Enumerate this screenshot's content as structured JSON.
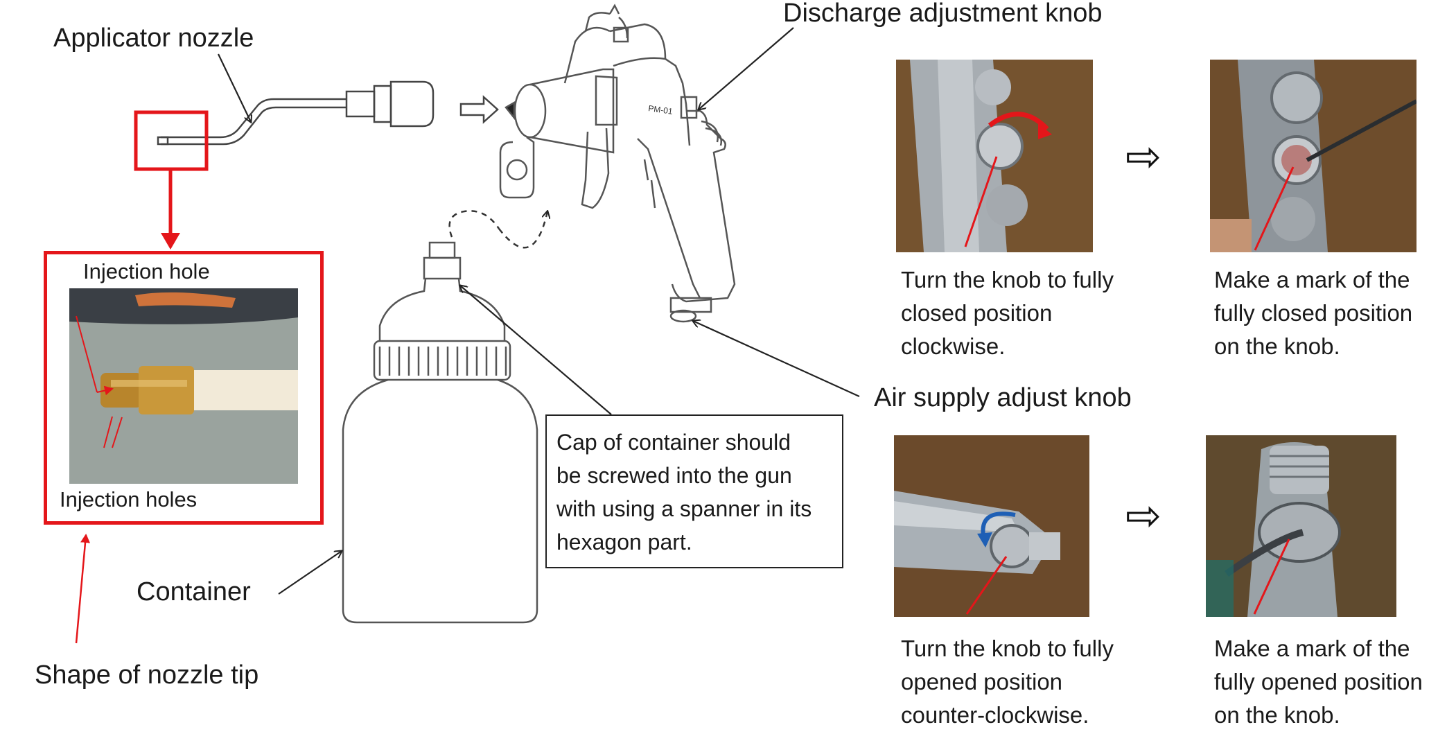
{
  "labels": {
    "applicator_nozzle": "Applicator nozzle",
    "discharge_knob": "Discharge adjustment knob",
    "air_supply_knob": "Air supply adjust knob",
    "container": "Container",
    "shape_of_nozzle_tip": "Shape of nozzle tip",
    "injection_hole": "Injection hole",
    "injection_holes": "Injection holes"
  },
  "cap_note": [
    "Cap of container should",
    "be screwed into the gun",
    "with using a spanner in its",
    "hexagon part."
  ],
  "steps": {
    "discharge_close": [
      "Turn the knob to fully",
      "closed position",
      "clockwise."
    ],
    "discharge_mark": [
      "Make a mark of the",
      "fully closed position",
      "on the knob."
    ],
    "air_open": [
      "Turn the knob to fully",
      "opened position",
      "counter-clockwise."
    ],
    "air_mark": [
      "Make a mark of the",
      "fully opened position",
      "on the knob."
    ]
  },
  "step_arrow_glyph": "⇨",
  "colors": {
    "accent_red": "#e4161a",
    "line": "#222222"
  }
}
